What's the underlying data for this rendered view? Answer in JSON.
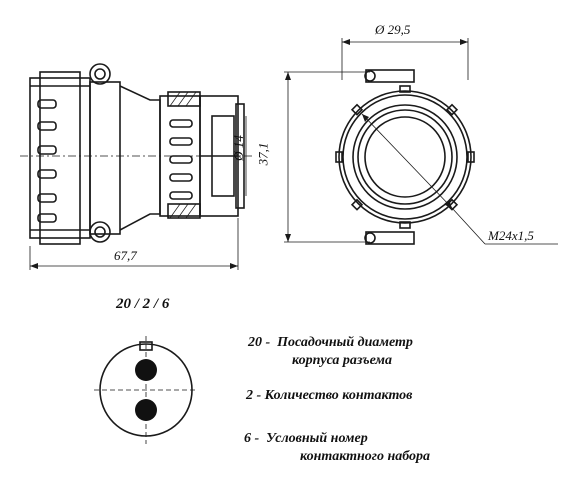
{
  "dimensions": {
    "length": "67,7",
    "diameter_inner": "Ø 14",
    "height": "37,1",
    "diameter_outer": "Ø 29,5",
    "thread": "M24x1,5"
  },
  "code": "20 / 2 / 6",
  "legend": [
    {
      "num": "20",
      "line1": "Посадочный диаметр",
      "line2": "корпуса разъема"
    },
    {
      "num": "2",
      "line1": "Количество контактов",
      "line2": ""
    },
    {
      "num": "6",
      "line1": "Условный номер",
      "line2": "контактного набора"
    }
  ]
}
